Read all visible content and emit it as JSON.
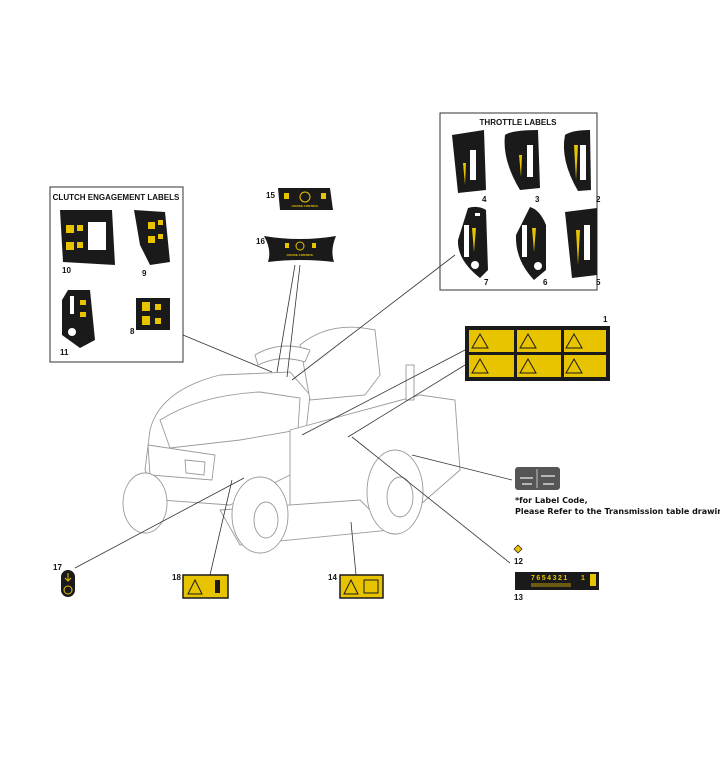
{
  "groups": {
    "clutch": {
      "title": "CLUTCH ENGAGEMENT LABELS",
      "items": [
        "10",
        "9",
        "11",
        "8"
      ]
    },
    "throttle": {
      "title": "THROTTLE LABELS",
      "items": [
        "4",
        "3",
        "2",
        "7",
        "6",
        "5"
      ]
    }
  },
  "parts": {
    "p1": "1",
    "p12": "12",
    "p13": "13",
    "p14": "14",
    "p15": "15",
    "p16": "16",
    "p17": "17",
    "p18": "18"
  },
  "cruise_label": "CRUISE CONTROL",
  "gear_digits": "7654321",
  "gear_first": "1",
  "note": {
    "line1": "*for Label Code,",
    "line2": "Please Refer to the Transmission table drawing"
  },
  "colors": {
    "sticker": "#1a1a1a",
    "accent": "#e8c300"
  }
}
